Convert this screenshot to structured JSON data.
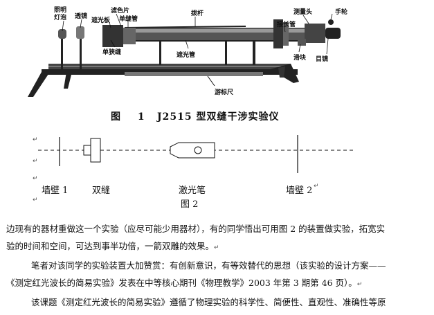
{
  "figure1": {
    "caption_num": "图 1",
    "caption_title": "J2515 型双缝干涉实验仪",
    "labels": {
      "lamp": "照明\n灯泡",
      "lens": "透镜",
      "filter": "滤色片",
      "shade_plate": "遮光板",
      "single_slit_tube": "单缝管",
      "single_slit": "单狭缝",
      "stick": "拨杆",
      "shade_tube": "遮光管",
      "extension_tube": "接长管",
      "measuring_head": "测量头",
      "handwheel": "手轮",
      "slider": "滑块",
      "eyepiece": "目镜",
      "vernier": "游标尺"
    }
  },
  "figure2": {
    "caption": "图 2",
    "wall1": "墙壁 1",
    "double_slit": "双缝",
    "laser": "激光笔",
    "wall2": "墙壁 2"
  },
  "marks": {
    "paragraph": "↵"
  },
  "text": {
    "p1_line1": "边现有的器材重做这一个实验（应尽可能少用器材），有的同学悟出可用图 2 的装置做实验，拓宽实",
    "p1_line2": "验的时间和空间，可达到事半功倍，一箭双雕的效果。",
    "p2_line1": "笔者对该同学的实验装置大加赞赏：有创新意识，有等效替代的思想（该实验的设计方案——",
    "p2_line2": "《测定红光波长的简易实验》发表在中等核心期刊《物理教学》2003 年第 3 期第 46 页）。",
    "p3_line1": "该课题《测定红光波长的简易实验》遵循了物理实验的科学性、简便性、直观性、准确性等原"
  }
}
